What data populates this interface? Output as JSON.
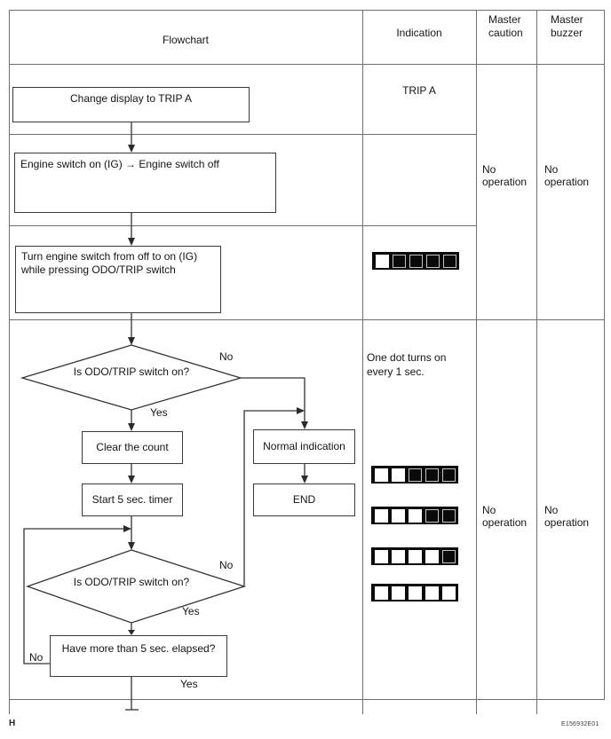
{
  "table": {
    "headers": {
      "flowchart": "Flowchart",
      "indication": "Indication",
      "master_caution": "Master caution",
      "master_buzzer": "Master buzzer"
    }
  },
  "flowchart": {
    "steps": {
      "change_display": "Change display to TRIP A",
      "engine_switch_cycle": "Engine switch on (IG) → Engine switch off",
      "turn_engine_on_pressing": "Turn engine switch from off to on (IG) while pressing ODO/TRIP switch",
      "clear_count": "Clear the count",
      "start_timer": "Start 5 sec. timer",
      "normal_indication": "Normal indication",
      "end": "END"
    },
    "decisions": {
      "odo_trip_switch_on_1": "Is ODO/TRIP switch on?",
      "odo_trip_switch_on_2": "Is ODO/TRIP switch on?",
      "five_sec_elapsed": "Have more than 5 sec. elapsed?"
    },
    "branch_labels": {
      "yes": "Yes",
      "no": "No"
    }
  },
  "indication": {
    "trip_a": "TRIP A",
    "note": "One dot turns on every 1 sec.",
    "dot_bars": [
      {
        "on": 1,
        "total": 5
      },
      {
        "on": 2,
        "total": 5
      },
      {
        "on": 3,
        "total": 5
      },
      {
        "on": 4,
        "total": 5
      },
      {
        "on": 5,
        "total": 5
      }
    ]
  },
  "master_caution": {
    "row1": "No operation",
    "row2": "No operation"
  },
  "master_buzzer": {
    "row1": "No operation",
    "row2": "No operation"
  },
  "footer": {
    "page_marker": "H",
    "figure_code": "E156932E01"
  },
  "colors": {
    "flow_line": "#333333",
    "grid_line": "#6e6e6e",
    "dot_bg": "#0a0a0a",
    "dot_on": "#ffffff",
    "dot_off_outline": "#c4c4c4"
  }
}
